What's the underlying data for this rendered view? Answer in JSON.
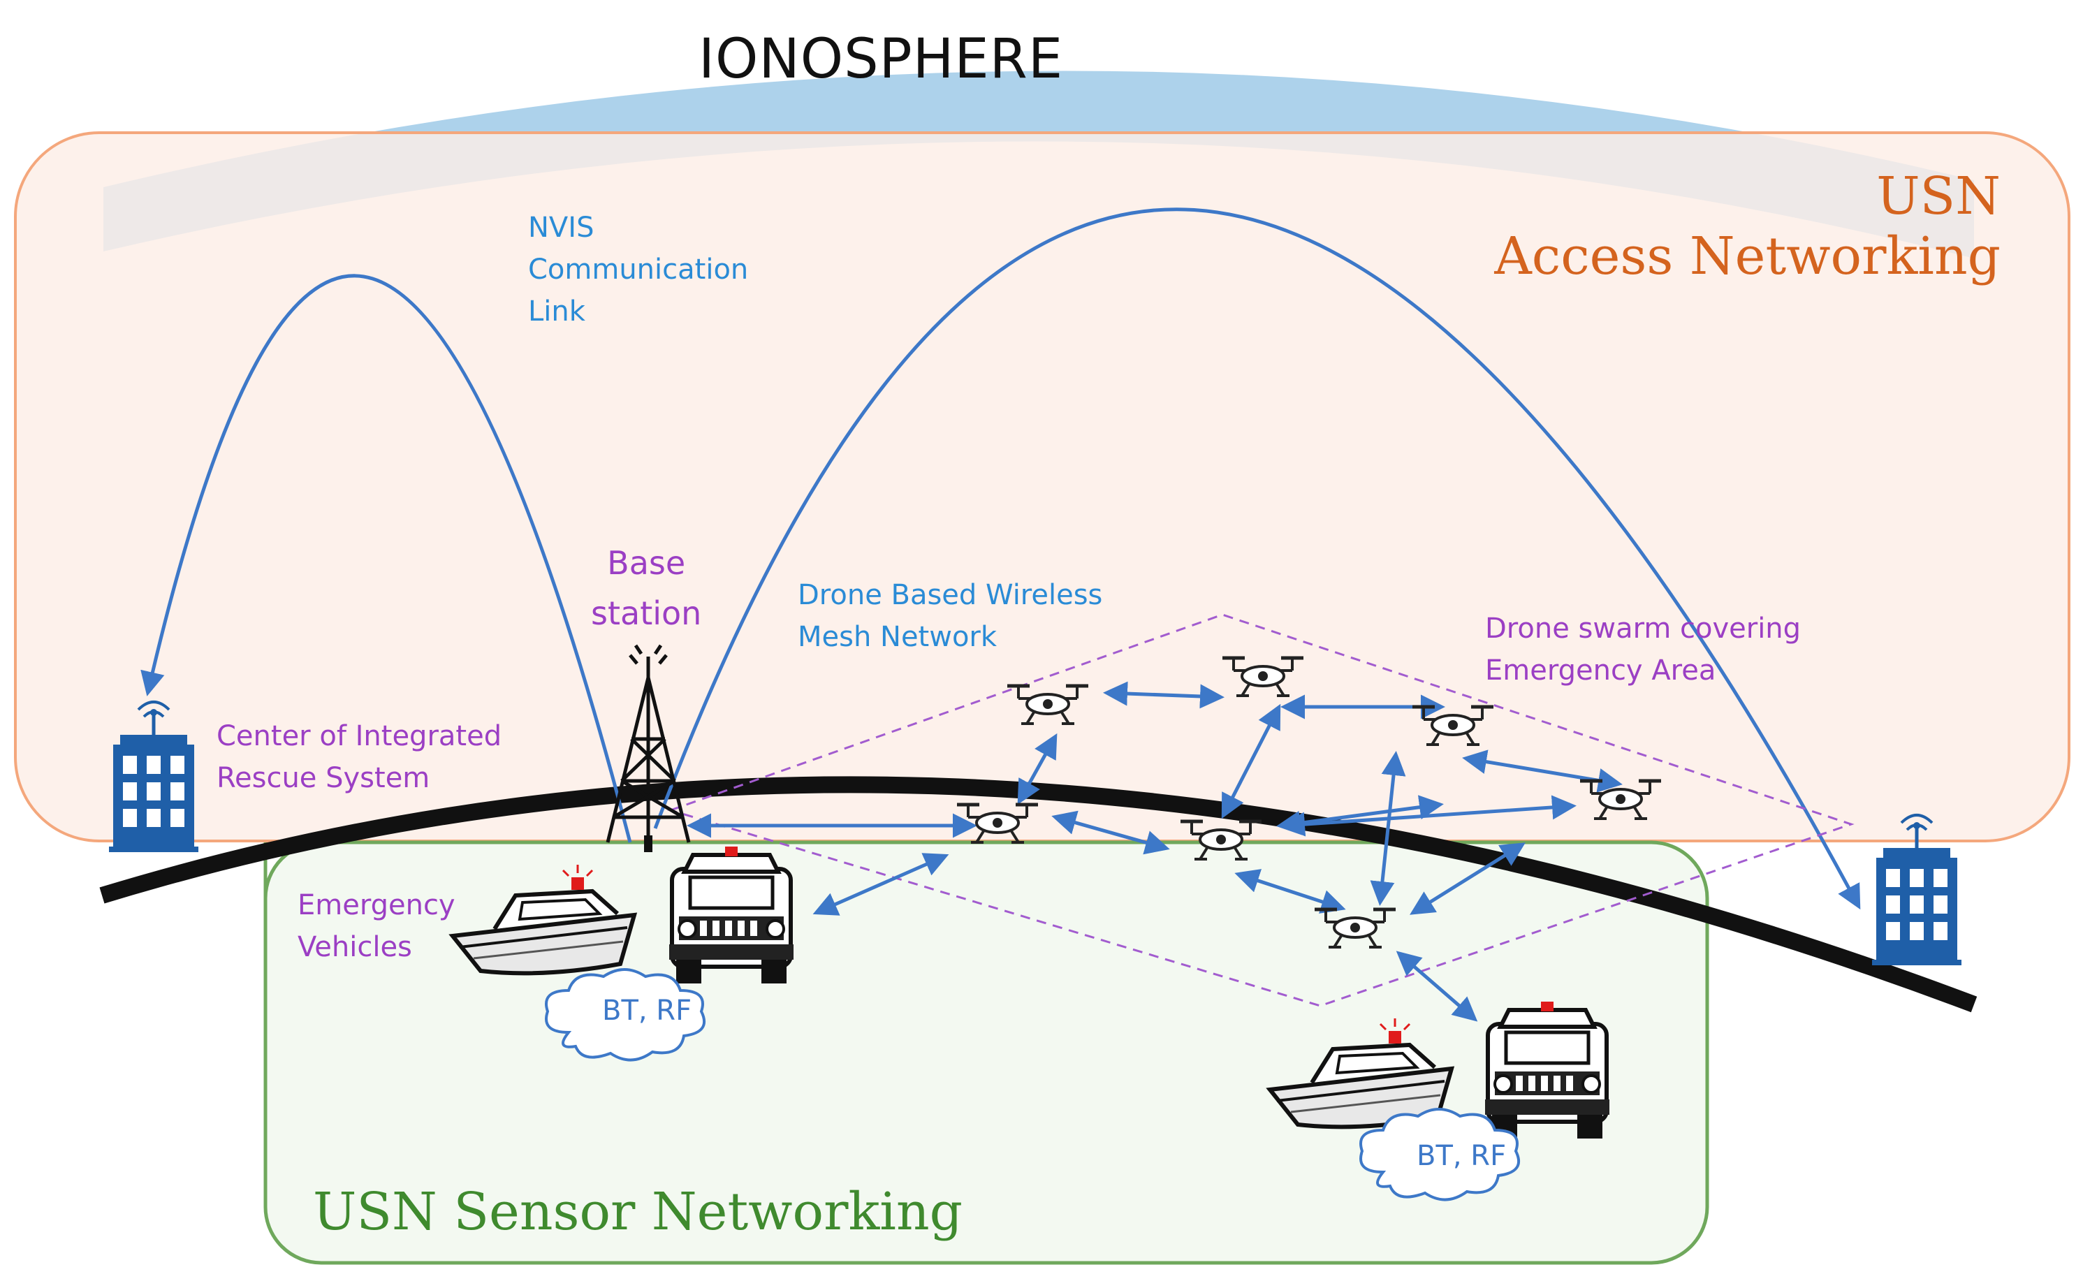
{
  "labels": {
    "ionosphere": "IONOSPHERE",
    "usn_line1": "USN",
    "usn_line2": "Access Networking",
    "nvis_line1": "NVIS",
    "nvis_line2": "Communication",
    "nvis_line3": "Link",
    "base_line1": "Base",
    "base_line2": "station",
    "mesh_line1": "Drone Based Wireless",
    "mesh_line2": "Mesh Network",
    "swarm_line1": "Drone swarm covering",
    "swarm_line2": "Emergency Area",
    "center_line1": "Center of Integrated",
    "center_line2": "Rescue System",
    "emergency_line1": "Emergency",
    "emergency_line2": "Vehicles",
    "cloud_left": "BT, RF",
    "cloud_right": "BT, RF",
    "sensor_title": "USN Sensor Networking"
  },
  "colors": {
    "access_fill": "#fdeee6",
    "access_border": "#f4a77c",
    "access_text": "#d4631e",
    "sensor_fill": "#f2f8f0",
    "sensor_border": "#6fa85c",
    "sensor_text": "#3f8a2e",
    "ionosphere_band": "#a9d0ea",
    "link_blue": "#3d78c8",
    "label_blue": "#2a8bd6",
    "label_purple": "#9b3fc4",
    "building_blue": "#1f5fa8",
    "swarm_dash": "#a25ccf"
  },
  "icons": [
    "building-icon",
    "tower-icon",
    "drone-icon",
    "police-car-icon",
    "boat-icon",
    "cloud-icon",
    "siren-icon"
  ]
}
